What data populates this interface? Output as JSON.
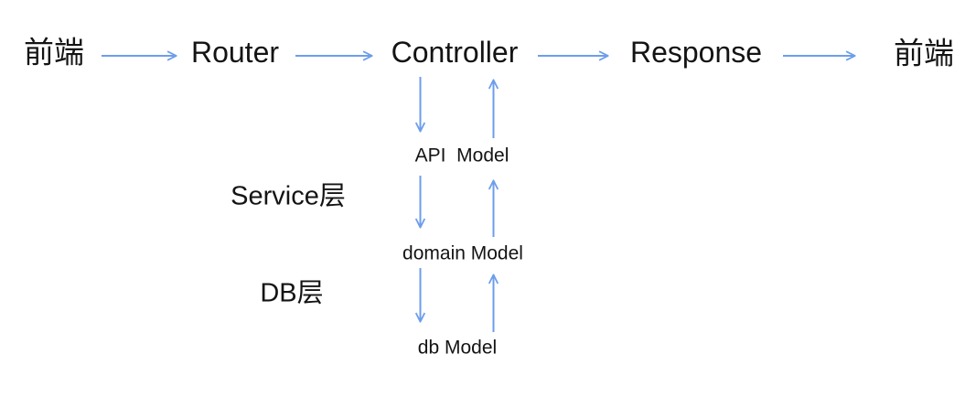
{
  "diagram": {
    "type": "flow-diagram",
    "flow_nodes": [
      {
        "id": "frontend-left",
        "label": "前端"
      },
      {
        "id": "router",
        "label": "Router"
      },
      {
        "id": "controller",
        "label": "Controller"
      },
      {
        "id": "response",
        "label": "Response"
      },
      {
        "id": "frontend-right",
        "label": "前端"
      }
    ],
    "model_nodes": [
      {
        "id": "api-model",
        "label": "API  Model"
      },
      {
        "id": "domain-model",
        "label": "domain Model"
      },
      {
        "id": "db-model",
        "label": "db Model"
      }
    ],
    "layer_labels": [
      {
        "id": "service-layer",
        "label": "Service层"
      },
      {
        "id": "db-layer",
        "label": "DB层"
      }
    ],
    "edges": [
      {
        "from": "frontend-left",
        "to": "router",
        "direction": "right"
      },
      {
        "from": "router",
        "to": "controller",
        "direction": "right"
      },
      {
        "from": "controller",
        "to": "response",
        "direction": "right"
      },
      {
        "from": "response",
        "to": "frontend-right",
        "direction": "right"
      },
      {
        "from": "controller",
        "to": "api-model",
        "direction": "down"
      },
      {
        "from": "api-model",
        "to": "controller",
        "direction": "up"
      },
      {
        "from": "api-model",
        "to": "domain-model",
        "direction": "down"
      },
      {
        "from": "domain-model",
        "to": "api-model",
        "direction": "up"
      },
      {
        "from": "domain-model",
        "to": "db-model",
        "direction": "down"
      },
      {
        "from": "db-model",
        "to": "domain-model",
        "direction": "up"
      }
    ],
    "colors": {
      "arrow": "#6d9eeb",
      "text": "#141414",
      "background": "#ffffff"
    }
  }
}
